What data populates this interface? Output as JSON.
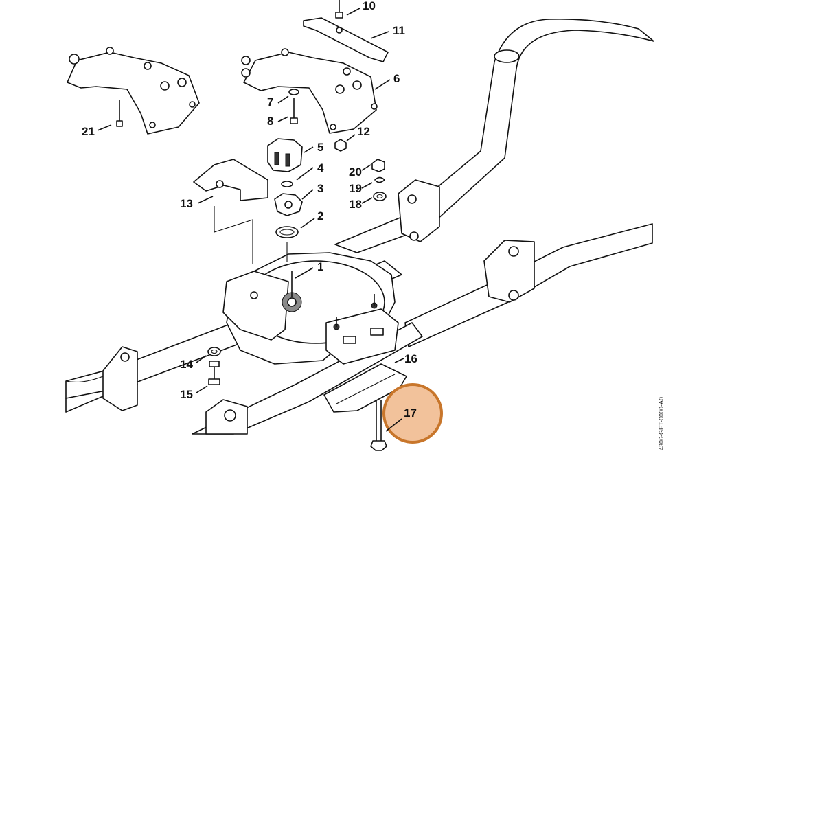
{
  "diagram": {
    "drawing_code": "4306-GET-0000-A0",
    "highlight": {
      "part": "17",
      "fill": "#f2c29b",
      "stroke": "#c8762b"
    },
    "callouts": [
      "1",
      "2",
      "3",
      "4",
      "5",
      "6",
      "7",
      "8",
      "10",
      "11",
      "12",
      "13",
      "14",
      "15",
      "16",
      "17",
      "18",
      "19",
      "20",
      "21"
    ]
  }
}
